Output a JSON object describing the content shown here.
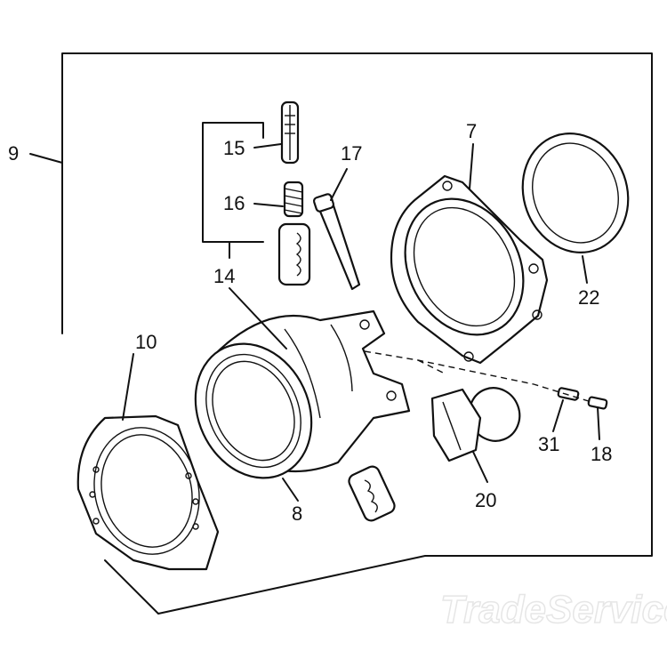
{
  "callouts": {
    "c9": "9",
    "c15": "15",
    "c16": "16",
    "c17": "17",
    "c7": "7",
    "c22": "22",
    "c14": "14",
    "c10": "10",
    "c8": "8",
    "c20": "20",
    "c31": "31",
    "c18": "18"
  },
  "watermark": "TradeService"
}
